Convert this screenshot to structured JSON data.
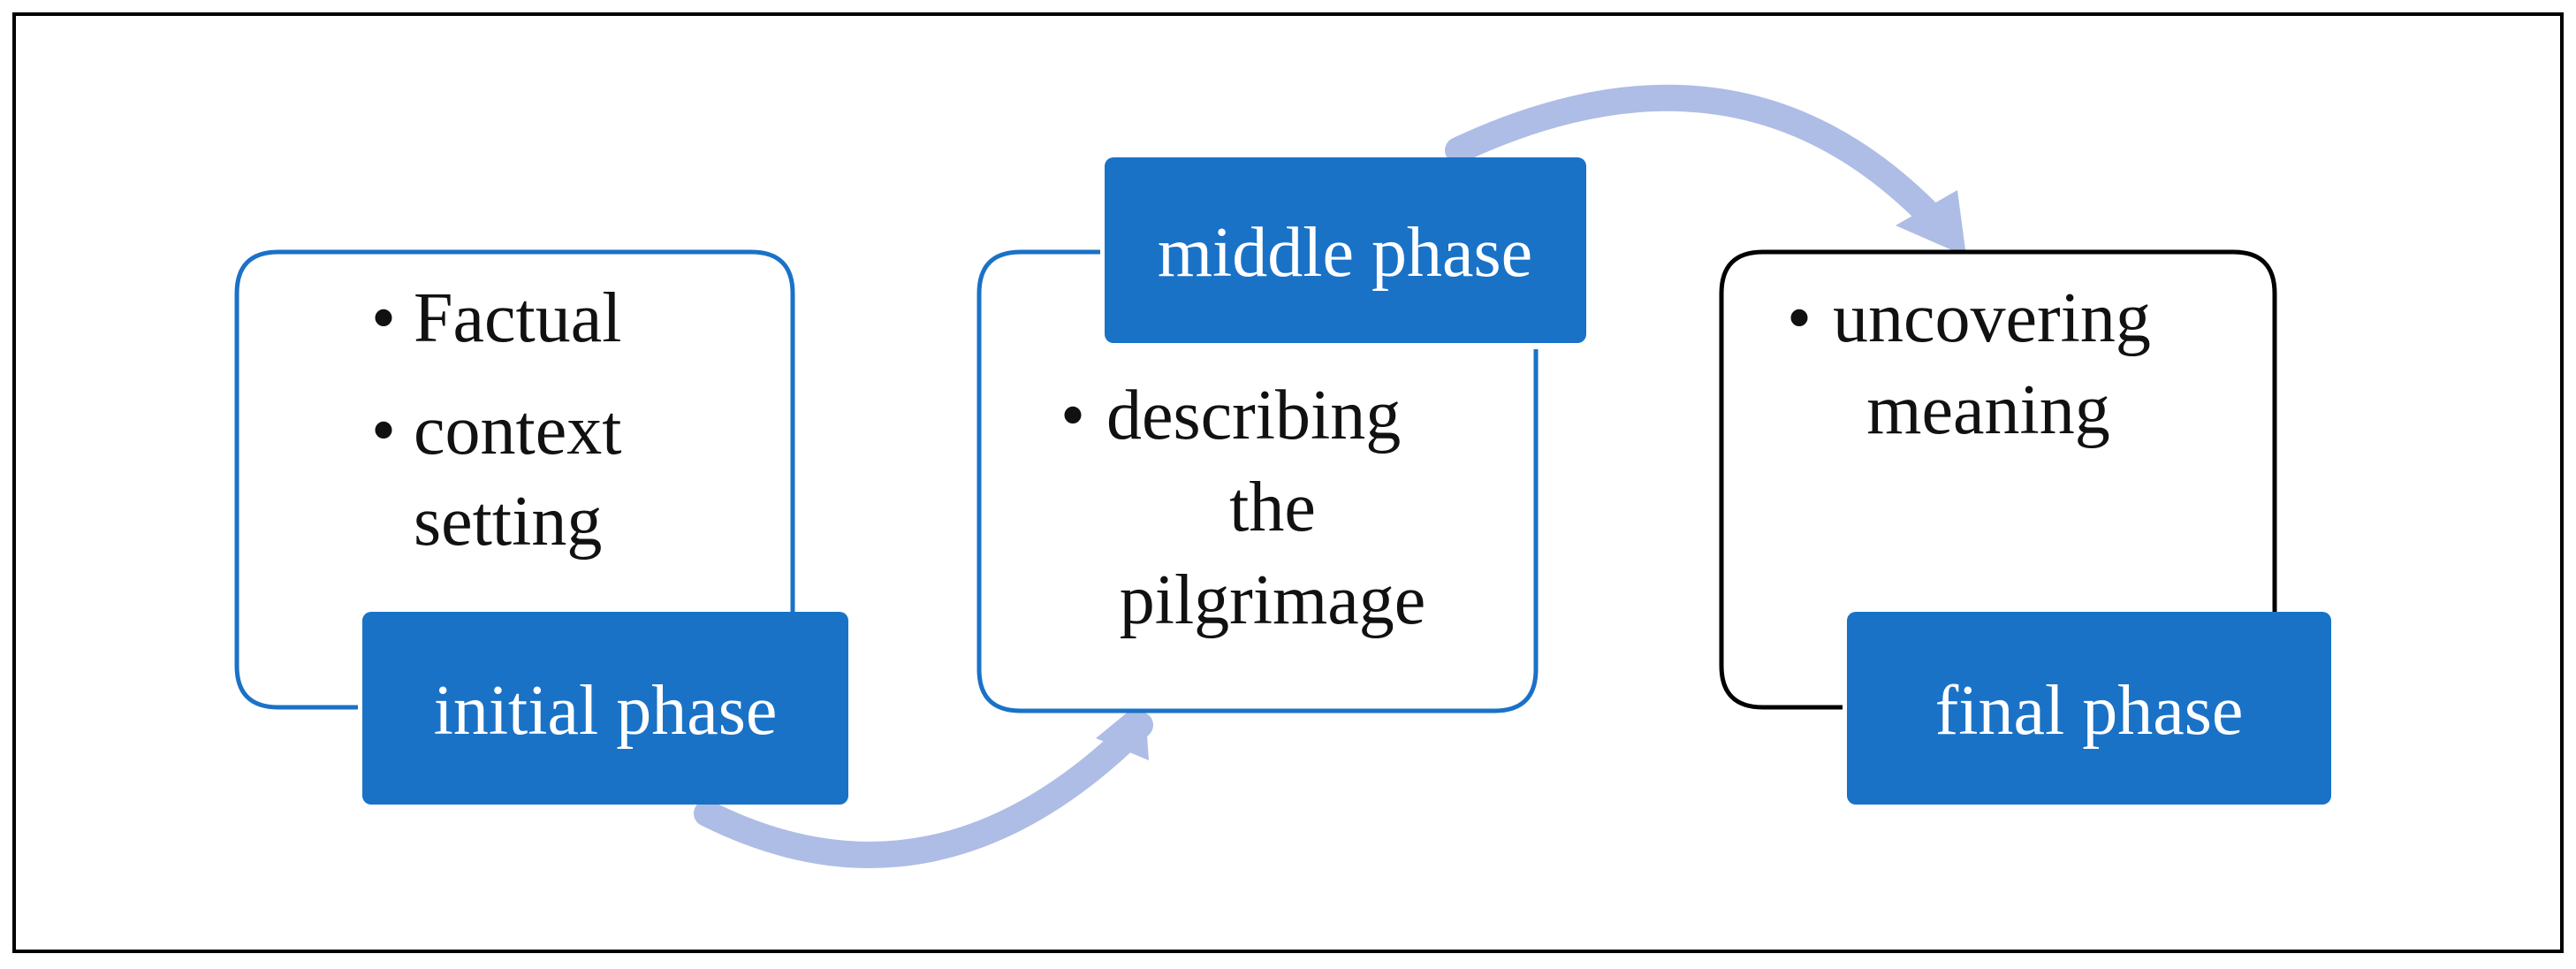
{
  "colors": {
    "box_blue": "#1a72c7",
    "title_fill": "#1a72c7",
    "final_box_border": "#000000",
    "arrow": "#aebde5",
    "text_dark": "#111111",
    "text_light": "#ffffff",
    "frame": "#000000"
  },
  "phases": [
    {
      "title": "initial phase",
      "bullets": [
        {
          "lines": [
            "Factual"
          ]
        },
        {
          "lines": [
            "context",
            "setting"
          ]
        }
      ]
    },
    {
      "title": "middle phase",
      "bullets": [
        {
          "lines": [
            "describing",
            "the",
            "pilgrimage"
          ]
        }
      ]
    },
    {
      "title": "final phase",
      "bullets": [
        {
          "lines": [
            "uncovering",
            "meaning"
          ]
        }
      ]
    }
  ]
}
